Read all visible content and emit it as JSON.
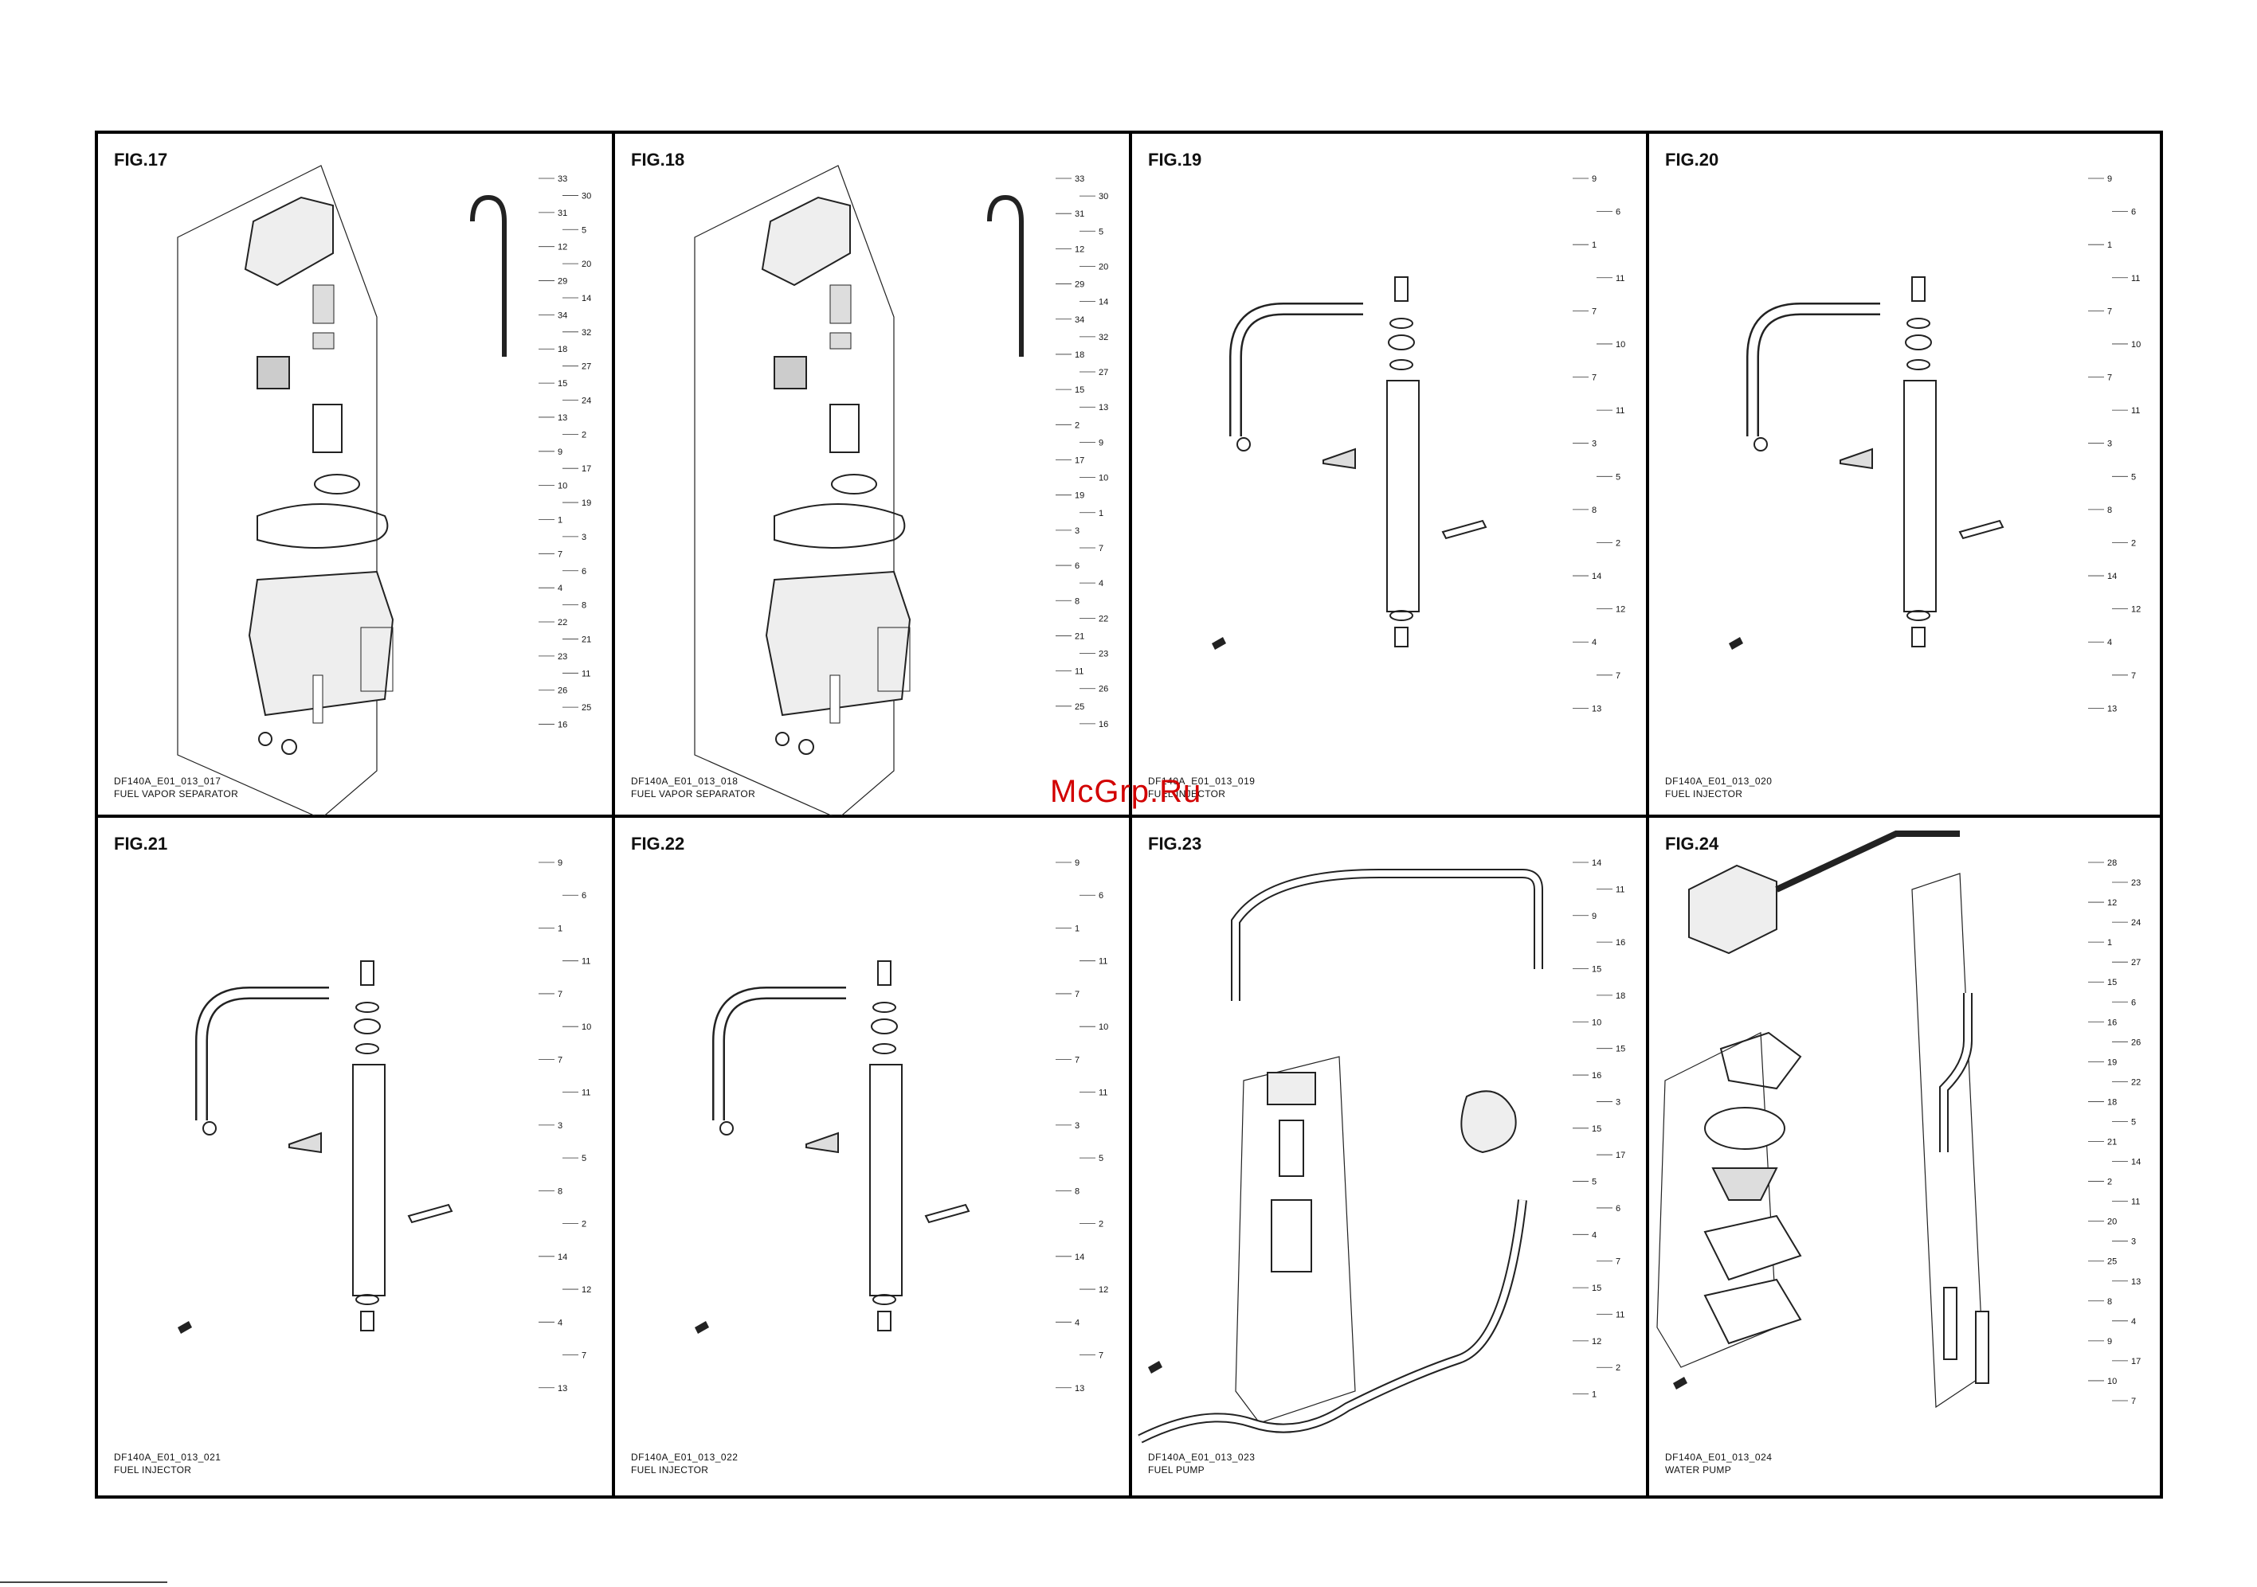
{
  "watermark": "McGrp.Ru",
  "figures": [
    {
      "title": "FIG.17",
      "code": "DF140A_E01_013_017",
      "caption": "FUEL VAPOR SEPARATOR",
      "callouts": [
        "33",
        "30",
        "31",
        "5",
        "12",
        "20",
        "29",
        "14",
        "34",
        "32",
        "18",
        "27",
        "15",
        "24",
        "13",
        "2",
        "9",
        "17",
        "10",
        "19",
        "1",
        "3",
        "7",
        "6",
        "4",
        "8",
        "22",
        "21",
        "23",
        "11",
        "26",
        "25",
        "16"
      ]
    },
    {
      "title": "FIG.18",
      "code": "DF140A_E01_013_018",
      "caption": "FUEL VAPOR SEPARATOR",
      "callouts": [
        "33",
        "30",
        "31",
        "5",
        "12",
        "20",
        "29",
        "14",
        "34",
        "32",
        "18",
        "27",
        "15",
        "13",
        "2",
        "9",
        "17",
        "10",
        "19",
        "1",
        "3",
        "7",
        "6",
        "4",
        "8",
        "22",
        "21",
        "23",
        "11",
        "26",
        "25",
        "16"
      ]
    },
    {
      "title": "FIG.19",
      "code": "DF140A_E01_013_019",
      "caption": "FUEL INJECTOR",
      "callouts": [
        "9",
        "6",
        "1",
        "11",
        "7",
        "10",
        "7",
        "11",
        "3",
        "5",
        "8",
        "2",
        "14",
        "12",
        "4",
        "7",
        "13"
      ]
    },
    {
      "title": "FIG.20",
      "code": "DF140A_E01_013_020",
      "caption": "FUEL INJECTOR",
      "callouts": [
        "9",
        "6",
        "1",
        "11",
        "7",
        "10",
        "7",
        "11",
        "3",
        "5",
        "8",
        "2",
        "14",
        "12",
        "4",
        "7",
        "13"
      ]
    },
    {
      "title": "FIG.21",
      "code": "DF140A_E01_013_021",
      "caption": "FUEL INJECTOR",
      "callouts": [
        "9",
        "6",
        "1",
        "11",
        "7",
        "10",
        "7",
        "11",
        "3",
        "5",
        "8",
        "2",
        "14",
        "12",
        "4",
        "7",
        "13"
      ]
    },
    {
      "title": "FIG.22",
      "code": "DF140A_E01_013_022",
      "caption": "FUEL INJECTOR",
      "callouts": [
        "9",
        "6",
        "1",
        "11",
        "7",
        "10",
        "7",
        "11",
        "3",
        "5",
        "8",
        "2",
        "14",
        "12",
        "4",
        "7",
        "13"
      ]
    },
    {
      "title": "FIG.23",
      "code": "DF140A_E01_013_023",
      "caption": "FUEL PUMP",
      "callouts": [
        "14",
        "11",
        "9",
        "16",
        "15",
        "18",
        "10",
        "15",
        "16",
        "3",
        "15",
        "17",
        "5",
        "6",
        "4",
        "7",
        "15",
        "11",
        "12",
        "2",
        "1"
      ]
    },
    {
      "title": "FIG.24",
      "code": "DF140A_E01_013_024",
      "caption": "WATER PUMP",
      "callouts": [
        "28",
        "23",
        "12",
        "24",
        "1",
        "27",
        "15",
        "6",
        "16",
        "26",
        "19",
        "22",
        "18",
        "5",
        "21",
        "14",
        "2",
        "11",
        "20",
        "3",
        "25",
        "13",
        "8",
        "4",
        "9",
        "17",
        "10",
        "7"
      ]
    }
  ]
}
